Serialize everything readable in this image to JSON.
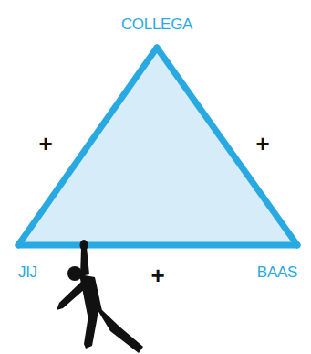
{
  "diagram": {
    "nodes": [
      {
        "text": [
          "COLLEGA"
        ]
      },
      {
        "text": [
          "JIJ"
        ]
      },
      {
        "text": [
          "BAAS"
        ]
      }
    ],
    "edges": [
      {
        "from": 0,
        "to": 1,
        "arrow": "none",
        "label": "+"
      },
      {
        "from": 0,
        "to": 2,
        "arrow": "none",
        "label": "+"
      },
      {
        "from": 1,
        "to": 2,
        "arrow": "none",
        "label": "+"
      }
    ]
  }
}
